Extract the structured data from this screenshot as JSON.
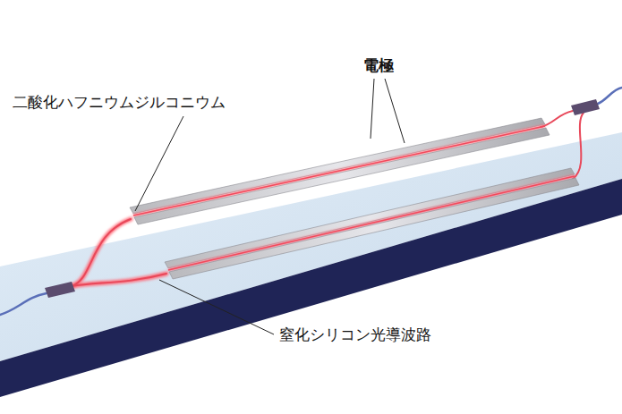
{
  "diagram": {
    "labels": [
      "二酸化ハフニウムジルコニウム",
      "電極",
      "窒化シリコン光導波路"
    ]
  }
}
